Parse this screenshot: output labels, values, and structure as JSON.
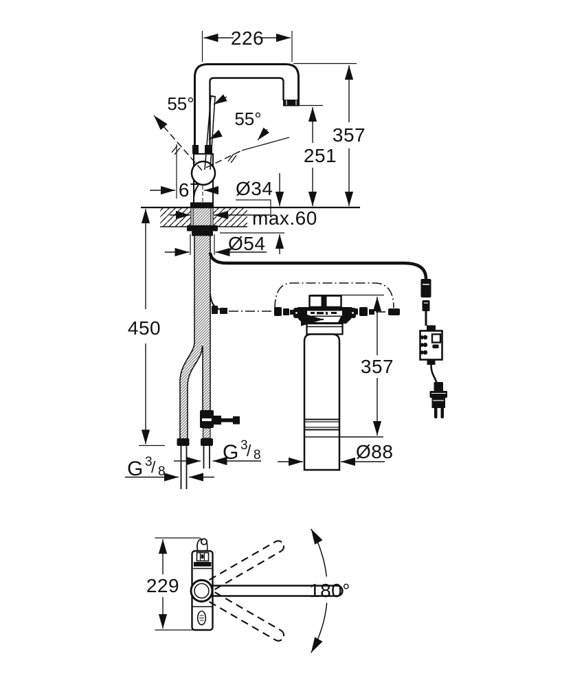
{
  "page": {
    "background": "#ffffff",
    "line_color": "#111111"
  },
  "front_view": {
    "spout_width": "226",
    "total_height": "357",
    "spout_outlet_height": "251",
    "lever_angle_left": "55°",
    "lever_angle_right": "55°",
    "lever_offset": "67",
    "body_diameter": "Ø34",
    "max_counter_thickness": "max.60",
    "escutcheon_diameter": "Ø54",
    "hose_length": "450",
    "filter_height": "357",
    "filter_diameter": "Ø88",
    "thread_left": {
      "base": "G",
      "sup": "3",
      "slash": "/",
      "sub": "8"
    },
    "thread_right": {
      "base": "G",
      "sup": "3",
      "slash": "/",
      "sub": "8"
    }
  },
  "top_view": {
    "body_depth": "229",
    "swivel_angle": "180°"
  }
}
